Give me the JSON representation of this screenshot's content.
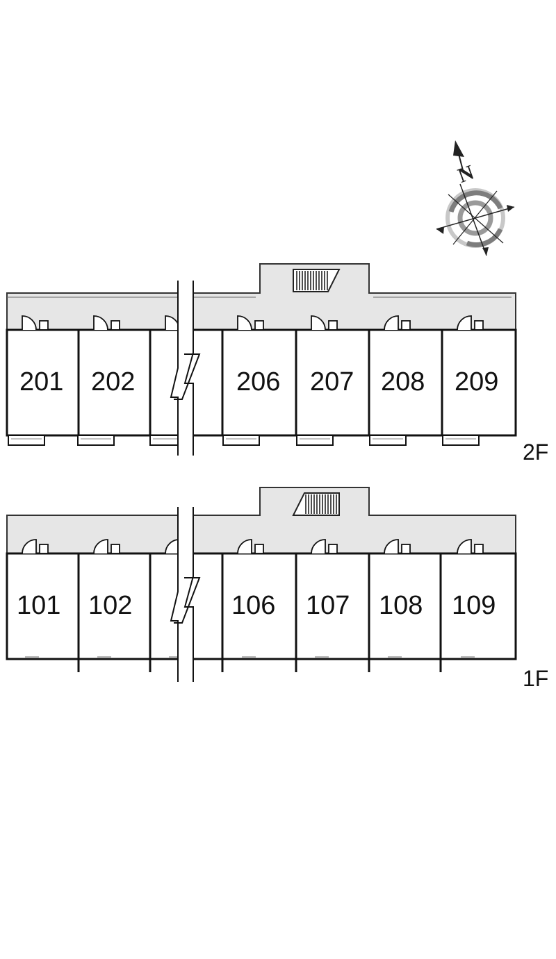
{
  "compass": {
    "north_label": "N",
    "icon": "compass-rose-icon"
  },
  "floors": [
    {
      "label": "2F",
      "units": [
        "201",
        "202",
        "206",
        "207",
        "208",
        "209"
      ]
    },
    {
      "label": "1F",
      "units": [
        "101",
        "102",
        "106",
        "107",
        "108",
        "109"
      ]
    }
  ],
  "colors": {
    "corridor": "#e6e6e6",
    "wall": "#111111",
    "compass_ring": "#7d7d7d"
  }
}
